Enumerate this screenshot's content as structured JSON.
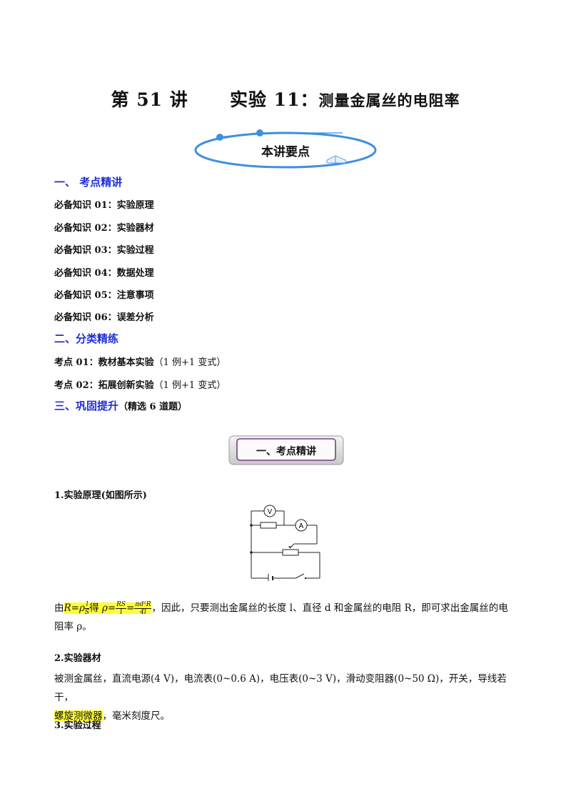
{
  "title": {
    "lecture": "第 51 讲",
    "experiment": "实验 11：",
    "topic": "测量金属丝的电阻率"
  },
  "badge": {
    "label": "本讲要点"
  },
  "outline": {
    "section1": "一、  考点精讲",
    "knowledge": [
      "必备知识 01：实验原理",
      "必备知识 02：实验器材",
      "必备知识 03：实验过程",
      "必备知识 04：数据处理",
      "必备知识 05：注意事项",
      "必备知识 06：误差分析"
    ],
    "section2": "二、分类精练",
    "points": [
      {
        "label": "考点 01：教材基本实验",
        "note": "（1 例+1 变式）"
      },
      {
        "label": "考点 02：拓展创新实验",
        "note": "（1 例+1 变式）"
      }
    ],
    "section3": "三、巩固提升",
    "section3_note": "（精选 6 道题）"
  },
  "section_button": {
    "label": "一、考点精讲"
  },
  "content": {
    "h1": "1.实验原理(如图所示)",
    "circuit": {
      "voltmeter": "V",
      "ammeter": "A"
    },
    "formula": {
      "prefix": "由",
      "r_eq": "R=ρ",
      "f1_num": "l",
      "f1_den": "S",
      "get": "得",
      "rho_eq": "ρ=",
      "f2_num": "RS",
      "f2_den": "l",
      "eq": "=",
      "f3_num": "πd²R",
      "f3_den": "4l",
      "rest": "，因此，只要测出金属丝的长度 l、直径 d 和金属丝的电阻 R，即可求出金属丝的电",
      "line2": "阻率 ρ。"
    },
    "h2": "2.实验器材",
    "equip_line1": "被测金属丝，直流电源(4 V)，电流表(0~0.6 A)，电压表(0~3 V)，滑动变阻器(0~50 Ω)，开关，导线若干，",
    "equip_hl": "螺旋测微器",
    "equip_line2": "，毫米刻度尺。",
    "h3": "3.实验过程"
  },
  "colors": {
    "section": "#1f2fd6",
    "highlight": "#ffff33",
    "badge_ring": "#3f8fe0"
  }
}
